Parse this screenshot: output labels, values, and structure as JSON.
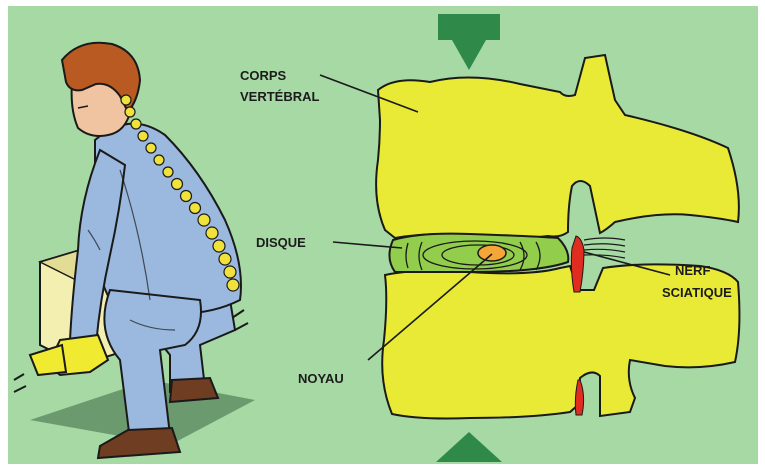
{
  "labels": {
    "corps_line1": "CORPS",
    "corps_line2": "VERTÉBRAL",
    "disque": "DISQUE",
    "noyau": "NOYAU",
    "nerf_line1": "NERF",
    "nerf_line2": "SCIATIQUE"
  },
  "colors": {
    "background": "#a6d9a4",
    "vertebra_fill": "#e8ea36",
    "disc_fill": "#93cd4c",
    "nucleus_fill": "#f5a637",
    "nerf": "#e02d1f",
    "arrow": "#2f8a4a",
    "worker_overall": "#9bb8de",
    "worker_hair": "#b85a22",
    "worker_skin": "#f0c4a0",
    "spine": "#f0e23a",
    "box": "#f3efb0",
    "glove": "#f0ea30",
    "boot": "#6e3d22",
    "shadow": "#5d8a62"
  },
  "icons": {
    "top_arrow": "down-arrow-icon",
    "bottom_arrow": "up-arrow-icon"
  }
}
